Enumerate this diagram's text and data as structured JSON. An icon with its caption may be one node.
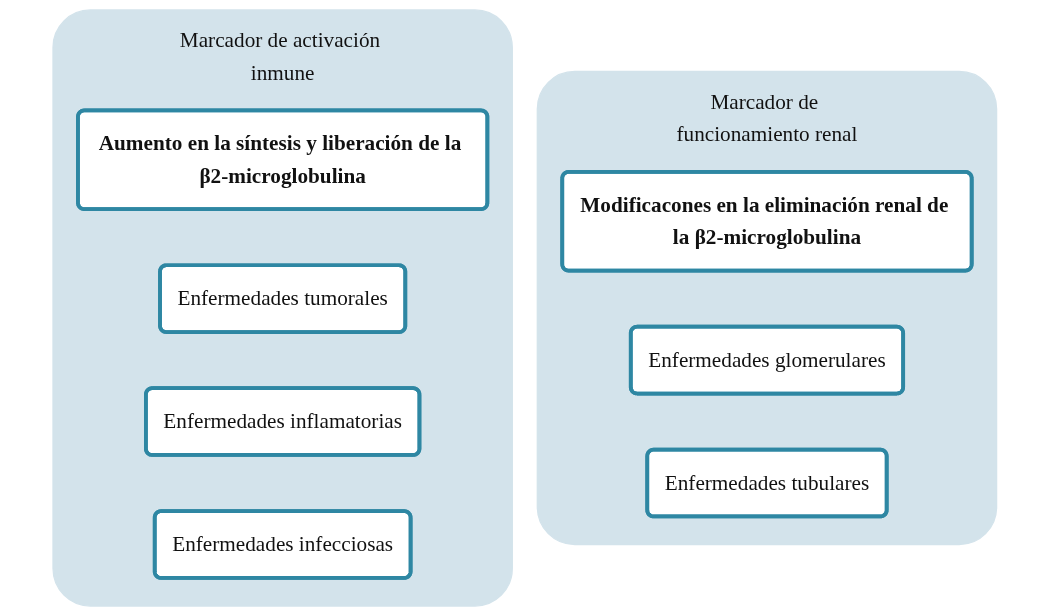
{
  "diagram": {
    "nodes": [
      {
        "text": [
          "Marcador de activación inmune"
        ]
      },
      {
        "text": [
          "Aumento en la síntesis y liberación de la β2-microglobulina"
        ],
        "in": 0
      },
      {
        "text": [
          "Enfermedades tumorales"
        ],
        "in": 0
      },
      {
        "text": [
          "Enfermedades inflamatorias"
        ],
        "in": 0
      },
      {
        "text": [
          "Enfermedades infecciosas"
        ],
        "in": 0
      },
      {
        "text": [
          "Marcador de funcionamiento renal"
        ]
      },
      {
        "text": [
          "Modificacones en la eliminación renal de la β2-microglobulina"
        ],
        "in": 5
      },
      {
        "text": [
          "Enfermedades glomerulares"
        ],
        "in": 5
      },
      {
        "text": [
          "Enfermedades tubulares"
        ],
        "in": 5
      }
    ]
  }
}
